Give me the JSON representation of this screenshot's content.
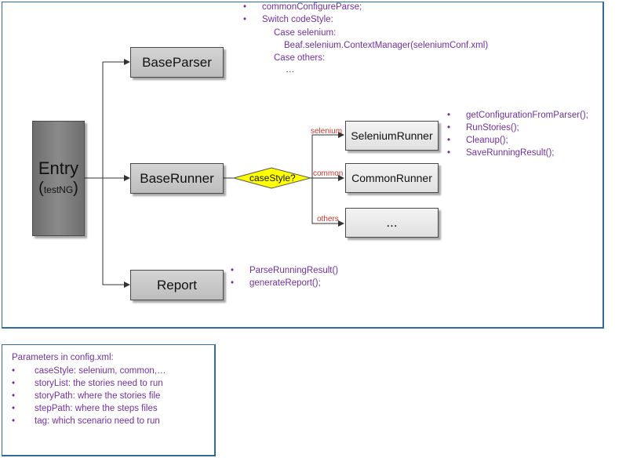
{
  "entry": {
    "title": "Entry",
    "paren_open": "(",
    "sub": "testNG",
    "paren_close": ")"
  },
  "boxes": {
    "baseparser": "BaseParser",
    "baserunner": "BaseRunner",
    "report": "Report",
    "selenium_runner": "SeleniumRunner",
    "common_runner": "CommonRunner",
    "other_runner": "..."
  },
  "decision": "caseStyle?",
  "edge_labels": {
    "selenium": "selenium",
    "common": "common",
    "others": "others"
  },
  "parser_notes": {
    "bullet1": "commonConfigureParse;",
    "bullet2": "Switch codeStyle:",
    "case1": "Case selenium:",
    "case1_action": "Beaf.selenium.ContextManager(seleniumConf.xml)",
    "case2": "Case others:",
    "ellipsis": "…"
  },
  "runner_notes": [
    "getConfigurationFromParser();",
    "RunStories();",
    "Cleanup();",
    "SaveRunningResult();"
  ],
  "report_notes": [
    "ParseRunningResult()",
    "generateReport();"
  ],
  "params": {
    "title": "Parameters in config.xml:",
    "items": [
      "caseStyle: selenium, common,…",
      "storyList: the stories need to run",
      "storyPath: where the stories file",
      "stepPath: where the steps files",
      "tag: which scenario need to run"
    ]
  },
  "bullet_char": "•",
  "colors": {
    "note_text": "#7030a0",
    "edge_label": "#c0392b",
    "frame": "#2e6d9e",
    "decision_fill": "#ffff00"
  }
}
